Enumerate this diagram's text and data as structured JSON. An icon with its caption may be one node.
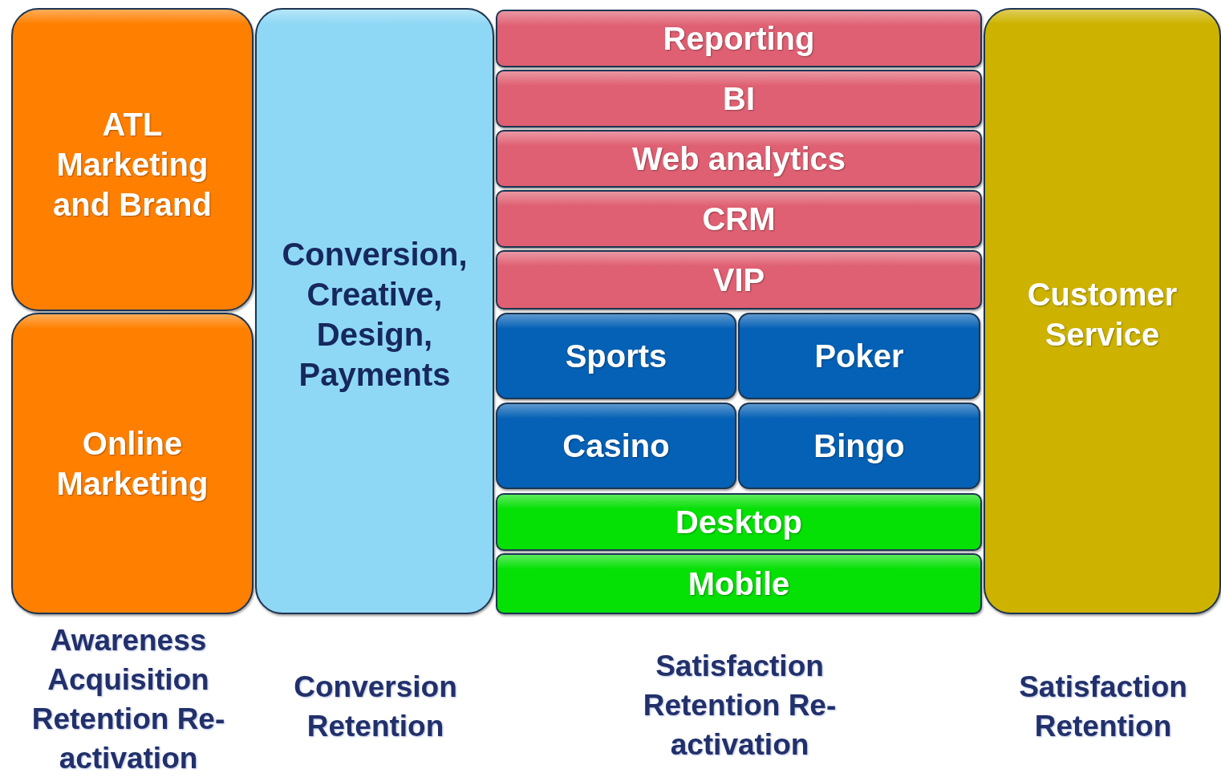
{
  "diagram": {
    "nodes": [
      {
        "text": [
          "ATL Marketing and Brand"
        ]
      },
      {
        "text": [
          "Online Marketing"
        ]
      },
      {
        "text": [
          "Conversion, Creative, Design, Payments"
        ]
      },
      {
        "text": [
          "Reporting"
        ]
      },
      {
        "text": [
          "BI"
        ]
      },
      {
        "text": [
          "Web analytics"
        ]
      },
      {
        "text": [
          "CRM"
        ]
      },
      {
        "text": [
          "VIP"
        ]
      },
      {
        "text": [
          "Sports"
        ]
      },
      {
        "text": [
          "Poker"
        ]
      },
      {
        "text": [
          "Casino"
        ]
      },
      {
        "text": [
          "Bingo"
        ]
      },
      {
        "text": [
          "Desktop"
        ]
      },
      {
        "text": [
          "Mobile"
        ]
      },
      {
        "text": [
          "Customer Service"
        ]
      }
    ],
    "labels": [
      "Awareness Acquisition Retention Re-activation",
      "Conversion Retention",
      "Satisfaction Retention Re-activation",
      "Satisfaction Retention"
    ]
  }
}
